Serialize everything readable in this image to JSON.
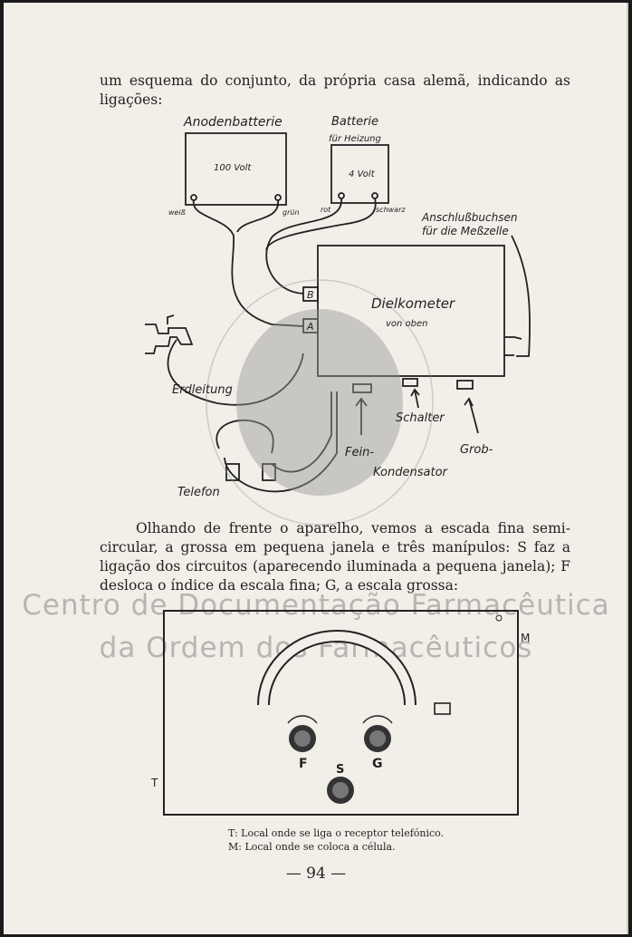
{
  "paragraph_top": "um esquema do conjunto, da própria casa alemã, indicando as ligações:",
  "paragraph_bottom": "Olhando de frente o aparelho, vemos a escada fina semi-circular, a grossa em pequena janela e três manípulos: S faz a ligação dos circuitos (aparecendo iluminada a pequena janela); F desloca o índice da escala fina; G, a escala grossa:",
  "diagram1": {
    "anode_battery_title": "Anodenbatterie",
    "anode_battery_value": "100 Volt",
    "anode_left_terminal": "weiß",
    "anode_right_terminal": "grün",
    "heating_battery_title": "Batterie",
    "heating_battery_subtitle": "für Heizung",
    "heating_battery_value": "4 Volt",
    "heating_left_terminal": "rot",
    "heating_right_terminal": "schwarz",
    "connector_title": "Anschlußbuchsen",
    "connector_subtitle": "für die Meßzelle",
    "device_title": "Dielkometer",
    "device_subtitle": "von oben",
    "socket_b": "B",
    "socket_a": "A",
    "ground": "Erdleitung",
    "switch": "Schalter",
    "coarse": "Grob-",
    "fine_1": "Fein-",
    "fine_2": "Kondensator",
    "phone": "Telefon"
  },
  "diagram2": {
    "label_m": "M",
    "label_t": "T",
    "knob_f": "F",
    "knob_g": "G",
    "knob_s": "S"
  },
  "caption_t": "T: Local onde se liga o receptor telefónico.",
  "caption_m": "M: Local onde se coloca a célula.",
  "page_number": "— 94 —",
  "watermark_line1": "Centro de Documentação Farmacêutica",
  "watermark_line2": "da Ordem dos Farmacêuticos"
}
